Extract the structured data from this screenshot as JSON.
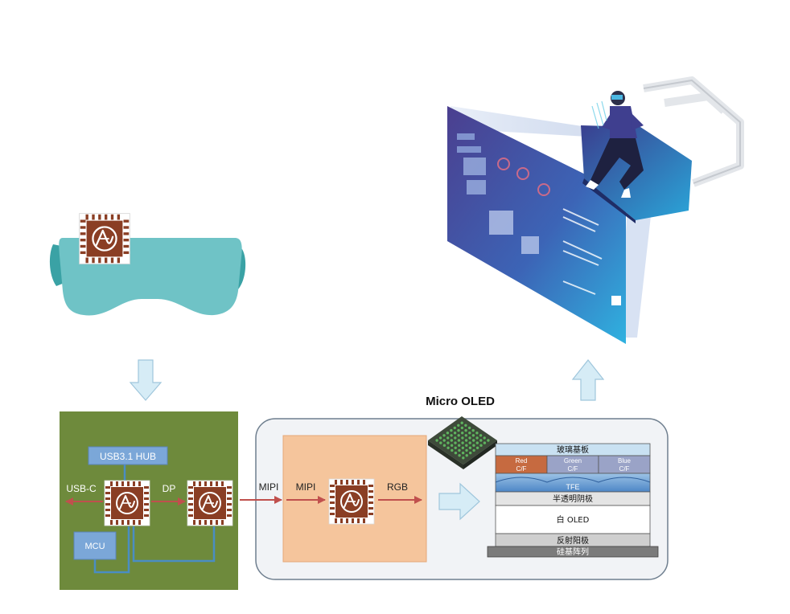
{
  "pcb": {
    "hub_label": "USB3.1 HUB",
    "usbc_label": "USB-C",
    "dp_label": "DP",
    "mcu_label": "MCU"
  },
  "bridge": {
    "mipi_outer_label": "MIPI",
    "mipi_inner_label": "MIPI",
    "rgb_label": "RGB"
  },
  "micro_oled": {
    "title": "Micro OLED",
    "layers": {
      "glass": "玻璃基板",
      "red_line1": "Red",
      "red_line2": "C/F",
      "green_line1": "Green",
      "green_line2": "C/F",
      "blue_line1": "Blue",
      "blue_line2": "C/F",
      "tfe": "TFE",
      "semi_cathode": "半透明阴极",
      "white_oled": "白 OLED",
      "reflect_anode": "反射阳极",
      "si_array": "硅基阵列"
    }
  },
  "colors": {
    "pcb_green": "#6e8a3c",
    "chip_brown": "#8a3e24",
    "bridge_orange": "#f5c59c",
    "headset_teal": "#6fc3c6",
    "arrow_blue": "#d6ecf6",
    "signal_red": "#c0504d",
    "screen_blue": "#3a4a9a"
  },
  "icons": [
    "chip-icon",
    "vr-headset-icon",
    "vr-user-illustration-icon"
  ]
}
